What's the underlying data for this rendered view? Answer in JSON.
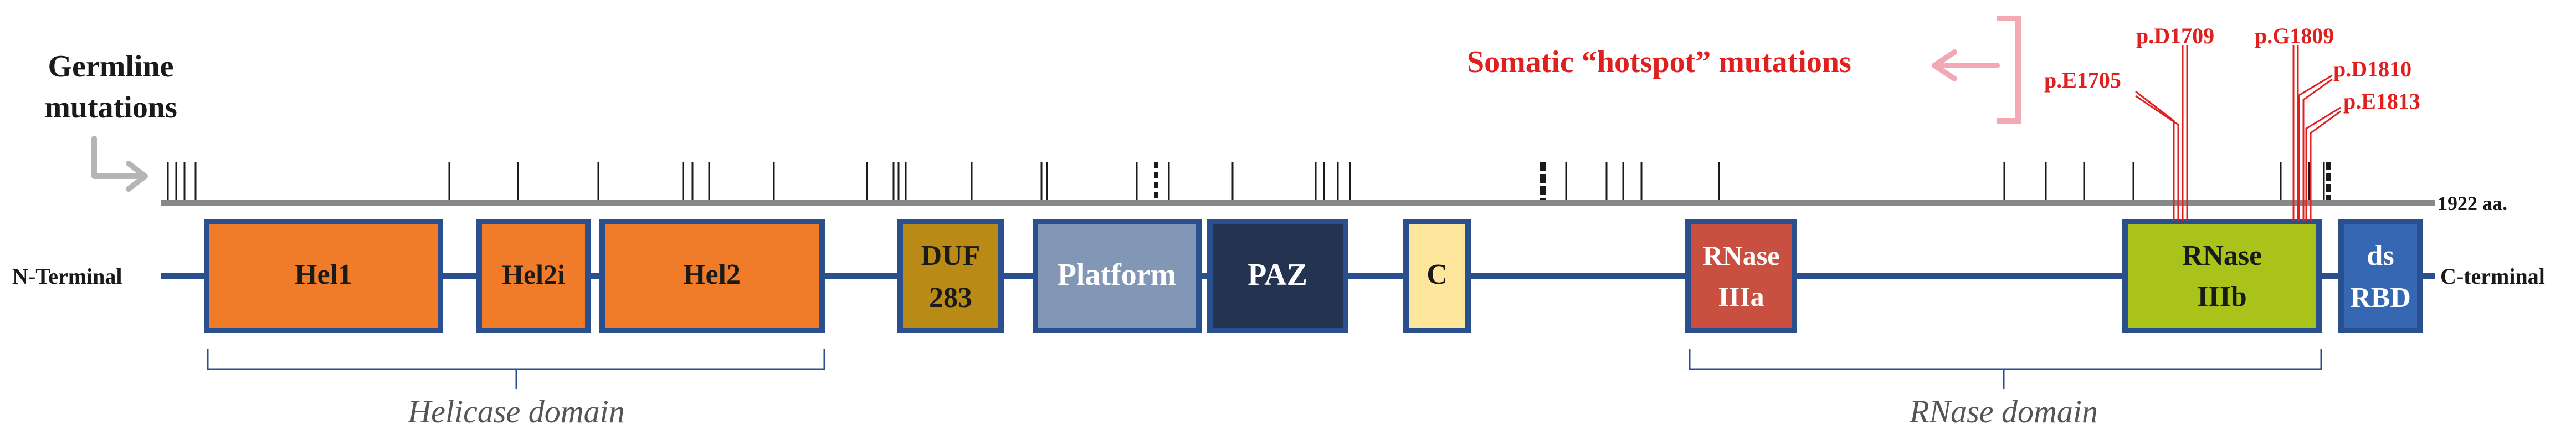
{
  "protein": {
    "length_label": "1922 aa.",
    "n_terminal_label": "N-Terminal",
    "c_terminal_label": "C-terminal"
  },
  "germline": {
    "title_line1": "Germline",
    "title_line2": "mutations"
  },
  "somatic": {
    "title": "Somatic “hotspot” mutations",
    "mutations": [
      "p.E1705",
      "p.D1709",
      "p.G1809",
      "p.D1810",
      "p.E1813"
    ]
  },
  "domains": [
    {
      "id": "hel1",
      "lines": [
        "Hel1"
      ]
    },
    {
      "id": "hel2i",
      "lines": [
        "Hel2i"
      ]
    },
    {
      "id": "hel2",
      "lines": [
        "Hel2"
      ]
    },
    {
      "id": "duf283",
      "lines": [
        "DUF",
        "283"
      ]
    },
    {
      "id": "platform",
      "lines": [
        "Platform"
      ]
    },
    {
      "id": "paz",
      "lines": [
        "PAZ"
      ]
    },
    {
      "id": "c",
      "lines": [
        "C"
      ]
    },
    {
      "id": "rnase3a",
      "lines": [
        "RNase",
        "IIIa"
      ]
    },
    {
      "id": "rnase3b",
      "lines": [
        "RNase",
        "IIIb"
      ]
    },
    {
      "id": "dsrbd",
      "lines": [
        "ds",
        "RBD"
      ]
    }
  ],
  "groups": {
    "helicase": "Helicase domain",
    "rnase": "RNase domain"
  },
  "colors": {
    "backbone": "#2a4f8f",
    "mutation_axis": "#888888",
    "somatic": "#e0201f",
    "somatic_bracket": "#f2a9b3",
    "germline_arrow": "#b5b5b5",
    "hel": "#f07c2a",
    "duf283": "#b98a16",
    "platform": "#8297b5",
    "paz": "#24334f",
    "c": "#fde59c",
    "rnase3a": "#c94f41",
    "rnase3b": "#a9c31b",
    "dsrbd": "#3667b3",
    "group_text": "#555555"
  }
}
